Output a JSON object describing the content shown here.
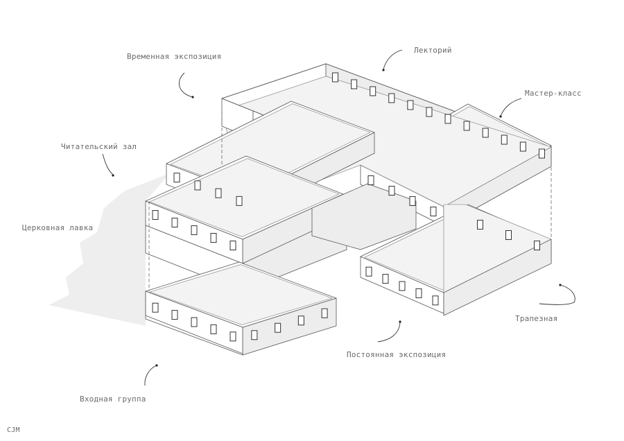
{
  "labels": {
    "temporary_exhibition": "Временная экспозиция",
    "lecture_hall": "Лекторий",
    "master_class": "Мастер-класс",
    "reading_room": "Читательский зал",
    "church_shop": "Церковная лавка",
    "refectory": "Трапезная",
    "permanent_exhibition": "Постоянная экспозиция",
    "entrance_group": "Входная группа"
  },
  "credit": "CJM"
}
